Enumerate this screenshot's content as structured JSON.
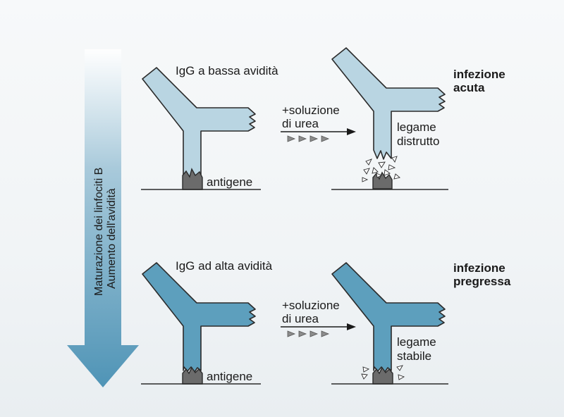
{
  "side_arrow": {
    "line1": "Maturazione dei linfociti B",
    "line2": "Aumento dell'avidità"
  },
  "top_row": {
    "antibody_label": "IgG a bassa avidità",
    "antigen_label": "antigene",
    "reagent_line1": "+soluzione",
    "reagent_line2": "di urea",
    "bond_line1": "legame",
    "bond_line2": "distrutto",
    "result_line1": "infezione",
    "result_line2": "acuta"
  },
  "bottom_row": {
    "antibody_label": "IgG ad alta avidità",
    "antigen_label": "antigene",
    "reagent_line1": "+soluzione",
    "reagent_line2": "di urea",
    "bond_line1": "legame",
    "bond_line2": "stabile",
    "result_line1": "infezione",
    "result_line2": "pregressa"
  },
  "colors": {
    "low_avidity_fill": "#b9d5e2",
    "high_avidity_fill": "#5d9fbd",
    "arrow_fill": "#4f94b6",
    "antigen_fill": "#6b6b6b",
    "outline": "#2b2b2b"
  }
}
